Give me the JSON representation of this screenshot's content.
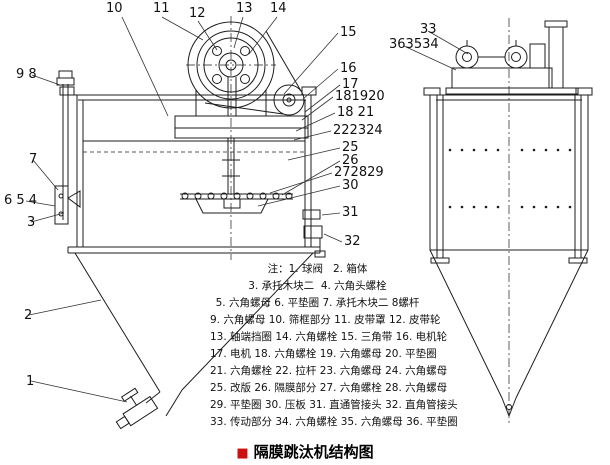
{
  "footer": {
    "title": "隔膜跳汰机结构图",
    "bullet": "■",
    "bullet_color": "#cc1111"
  },
  "drawing": {
    "line_color": "#1c1c1c",
    "background": "#ffffff"
  },
  "callouts": [
    {
      "text": "10"
    },
    {
      "text": "11"
    },
    {
      "text": "12"
    },
    {
      "text": "13"
    },
    {
      "text": "14"
    },
    {
      "text": "15"
    },
    {
      "text": "16"
    },
    {
      "text": "17"
    },
    {
      "text": "181920"
    },
    {
      "text": "18 21"
    },
    {
      "text": "222324"
    },
    {
      "text": "25"
    },
    {
      "text": "26"
    },
    {
      "text": "272829"
    },
    {
      "text": "30"
    },
    {
      "text": "31"
    },
    {
      "text": "32"
    },
    {
      "text": "9 8"
    },
    {
      "text": "7"
    },
    {
      "text": "6 5 4"
    },
    {
      "text": "3"
    },
    {
      "text": "2"
    },
    {
      "text": "1"
    },
    {
      "text": "33"
    },
    {
      "text": "363534"
    }
  ],
  "notes": {
    "lines": [
      "注：1. 球阀   2. 箱体",
      "3. 承托木块二  4. 六角头螺栓",
      "5. 六角螺母 6. 平垫圈 7. 承托木块二 8螺杆",
      "9. 六角螺母 10. 筛框部分 11. 皮带罩 12. 皮带轮",
      "13. 轴端挡圈 14. 六角螺栓 15. 三角带 16. 电机轮",
      "17. 电机 18. 六角螺栓 19. 六角螺母 20. 平垫圈",
      "21. 六角螺栓 22. 拉杆 23. 六角螺母 24. 六角螺母",
      "25. 改版 26. 隔膜部分 27. 六角螺栓 28. 六角螺母",
      "29. 平垫圈 30. 压板 31. 直通管接头 32. 直角管接头",
      "33. 传动部分 34. 六角螺栓 35. 六角螺母 36. 平垫圈"
    ]
  }
}
